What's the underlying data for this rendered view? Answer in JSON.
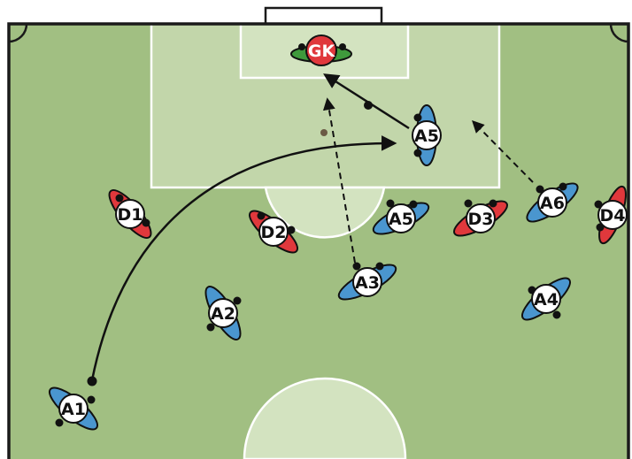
{
  "colors": {
    "pitch": "#a1bf82",
    "penalty_area": "#c2d6aa",
    "goal_area": "#d3e3c0",
    "line": "#ffffff",
    "border": "#1a1a1a",
    "attacker": "#4a96cf",
    "defender": "#e0383c",
    "goalkeeper_body": "#3f9a3c",
    "goalkeeper_badge": "#e0383c"
  },
  "players": {
    "gk": {
      "label": "GK",
      "team": "goalkeeper"
    },
    "a1": {
      "label": "A1",
      "team": "attack"
    },
    "a2": {
      "label": "A2",
      "team": "attack"
    },
    "a3": {
      "label": "A3",
      "team": "attack"
    },
    "a4": {
      "label": "A4",
      "team": "attack"
    },
    "a5_front": {
      "label": "A5",
      "team": "attack"
    },
    "a5_box": {
      "label": "A5",
      "team": "attack"
    },
    "a6": {
      "label": "A6",
      "team": "attack"
    },
    "d1": {
      "label": "D1",
      "team": "defense"
    },
    "d2": {
      "label": "D2",
      "team": "defense"
    },
    "d3": {
      "label": "D3",
      "team": "defense"
    },
    "d4": {
      "label": "D4",
      "team": "defense"
    }
  },
  "movements": [
    {
      "name": "cross-pass",
      "style": "solid",
      "from": "a1",
      "to": "a5_box"
    },
    {
      "name": "shot",
      "style": "solid",
      "from": "a5_box",
      "to": "gk"
    },
    {
      "name": "run-a3",
      "style": "dashed",
      "from": "a3",
      "to": "goal"
    },
    {
      "name": "run-a6",
      "style": "dashed",
      "from": "a6",
      "to": "box"
    }
  ]
}
